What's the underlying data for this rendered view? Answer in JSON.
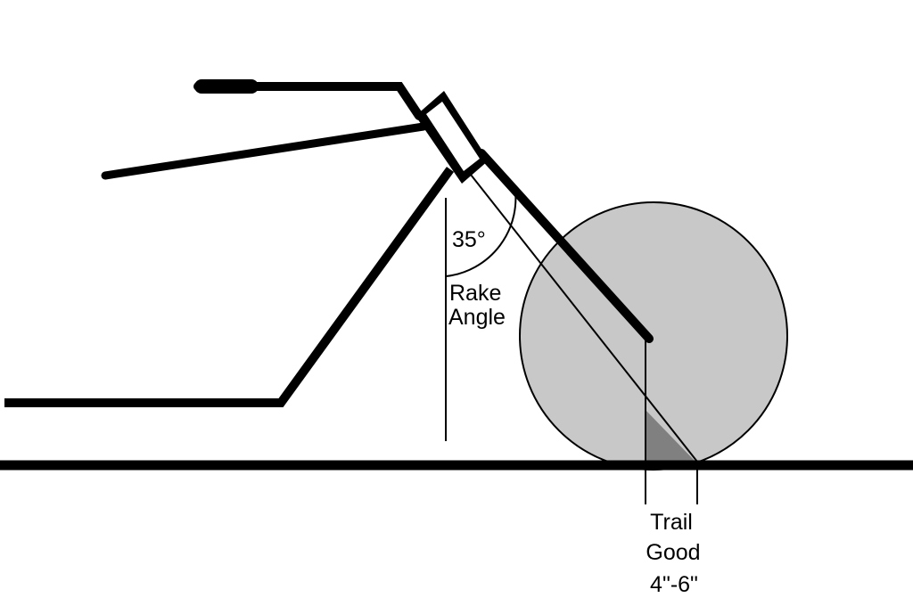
{
  "diagram": {
    "angle_label": "35°",
    "rake_label_line1": "Rake",
    "rake_label_line2": "Angle",
    "trail_label_line1": "Trail",
    "trail_label_line2": "Good",
    "trail_label_line3": "4\"-6\""
  },
  "colors": {
    "line": "#000000",
    "wheel_fill": "#c8c8c8",
    "trail_fill": "#808080",
    "background": "#ffffff"
  }
}
